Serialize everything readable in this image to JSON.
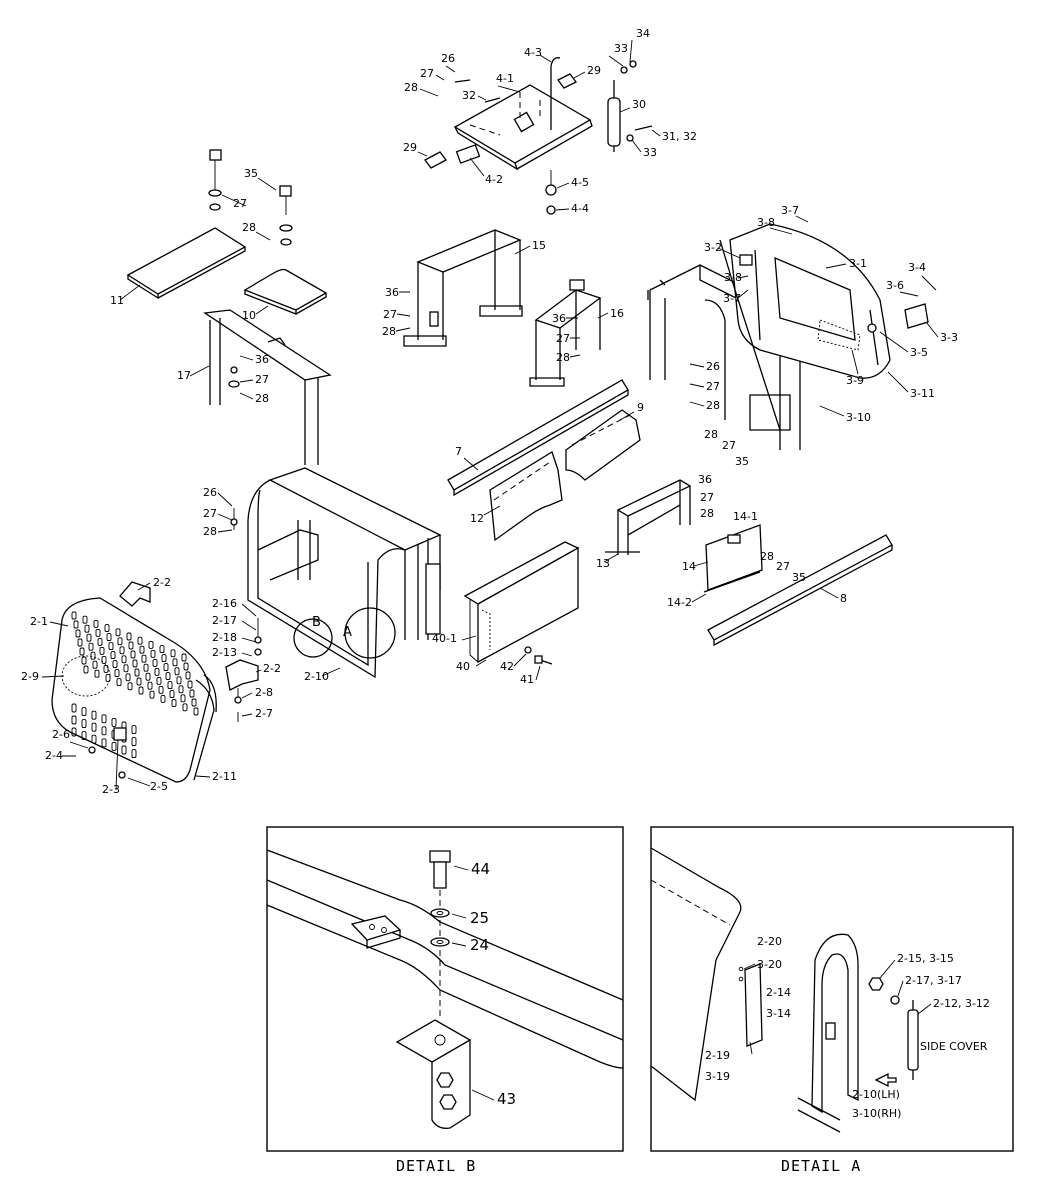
{
  "labels": {
    "p4_3": "4-3",
    "p34": "34",
    "p33a": "33",
    "p26a": "26",
    "p27a": "27",
    "p28a": "28",
    "p4_1": "4-1",
    "p29a": "29",
    "p32a": "32",
    "p30": "30",
    "p29b": "29",
    "p4_2": "4-2",
    "p31_32": "31, 32",
    "p33b": "33",
    "p4_5": "4-5",
    "p4_4": "4-4",
    "p35a": "35",
    "p27b": "27",
    "p28b": "28",
    "p11": "11",
    "p10": "10",
    "p15": "15",
    "p36a": "36",
    "p27c": "27",
    "p28c": "28",
    "p16": "16",
    "p36b": "36",
    "p27d": "27",
    "p28d": "28",
    "p3_7a": "3-7",
    "p3_8a": "3-8",
    "p3_1": "3-1",
    "p3_2": "3-2",
    "p3_8b": "3-8",
    "p3_7b": "3-7",
    "p3_4": "3-4",
    "p3_6": "3-6",
    "p3_3": "3-3",
    "p3_5": "3-5",
    "p3_9": "3-9",
    "p3_11": "3-11",
    "p3_10": "3-10",
    "p26b": "26",
    "p27e": "27",
    "p28e": "28",
    "p17": "17",
    "p36c": "36",
    "p27f": "27",
    "p28f": "28",
    "p7": "7",
    "p9": "9",
    "p12": "12",
    "p28g": "28",
    "p27g": "27",
    "p35b": "35",
    "p36d": "36",
    "p27h": "27",
    "p28h": "28",
    "p13": "13",
    "p14_1": "14-1",
    "p14": "14",
    "p28i": "28",
    "p27i": "27",
    "p35c": "35",
    "p14_2": "14-2",
    "p8": "8",
    "p26c": "26",
    "p27j": "27",
    "p28j": "28",
    "p2_2a": "2-2",
    "p2_1": "2-1",
    "p2_9": "2-9",
    "p2_16": "2-16",
    "p2_17": "2-17",
    "p2_18": "2-18",
    "p2_13": "2-13",
    "p2_2b": "2-2",
    "p2_8": "2-8",
    "p2_7": "2-7",
    "p2_10": "2-10",
    "circleB": "B",
    "circleA": "A",
    "p40_1": "40-1",
    "p40": "40",
    "p42": "42",
    "p41": "41",
    "p2_6": "2-6",
    "p2_4": "2-4",
    "p2_3": "2-3",
    "p2_5": "2-5",
    "p2_11": "2-11"
  },
  "detail_b": {
    "caption": "DETAIL B",
    "p44": "44",
    "p25": "25",
    "p24": "24",
    "p43": "43"
  },
  "detail_a": {
    "caption": "DETAIL A",
    "p2_20": "2-20",
    "p3_20": "3-20",
    "p2_14": "2-14",
    "p3_14": "3-14",
    "p2_19": "2-19",
    "p3_19": "3-19",
    "p2_15_3_15": "2-15, 3-15",
    "p2_17_3_17": "2-17, 3-17",
    "p2_12_3_12": "2-12, 3-12",
    "side_cover": "SIDE COVER",
    "p2_10_lh": "2-10(LH)",
    "p3_10_rh": "3-10(RH)"
  }
}
